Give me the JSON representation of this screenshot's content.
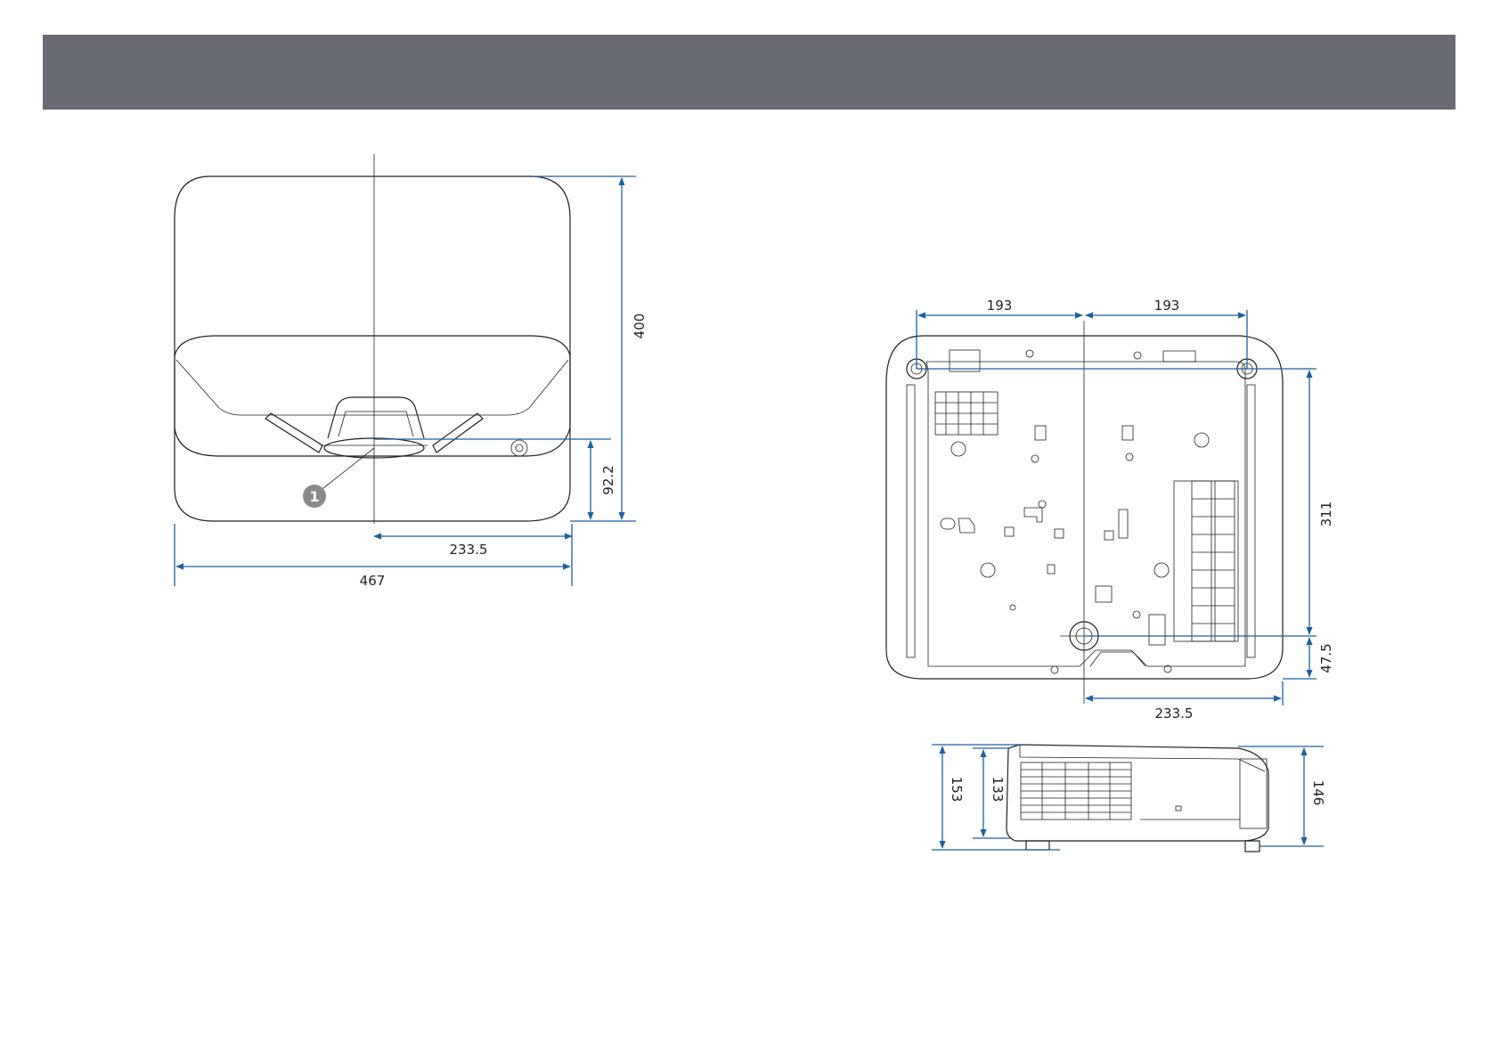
{
  "front_view": {
    "dimensions": {
      "width_total": "467",
      "lens_offset_horizontal": "233.5",
      "depth_total": "400",
      "lens_offset_vertical": "92.2"
    },
    "callout_number": "1"
  },
  "bottom_view": {
    "dimensions": {
      "foot_spacing_left": "193",
      "foot_spacing_right": "193",
      "foot_depth": "311",
      "rear_offset": "47.5",
      "lens_offset_horizontal": "233.5"
    }
  },
  "side_view": {
    "dimensions": {
      "height_with_feet": "153",
      "height_body": "133",
      "height_rear": "146"
    }
  },
  "colors": {
    "header": "#676a70",
    "dimension_line": "#1f5f9e",
    "outline": "#231f20",
    "callout": "#8a8a8a"
  }
}
